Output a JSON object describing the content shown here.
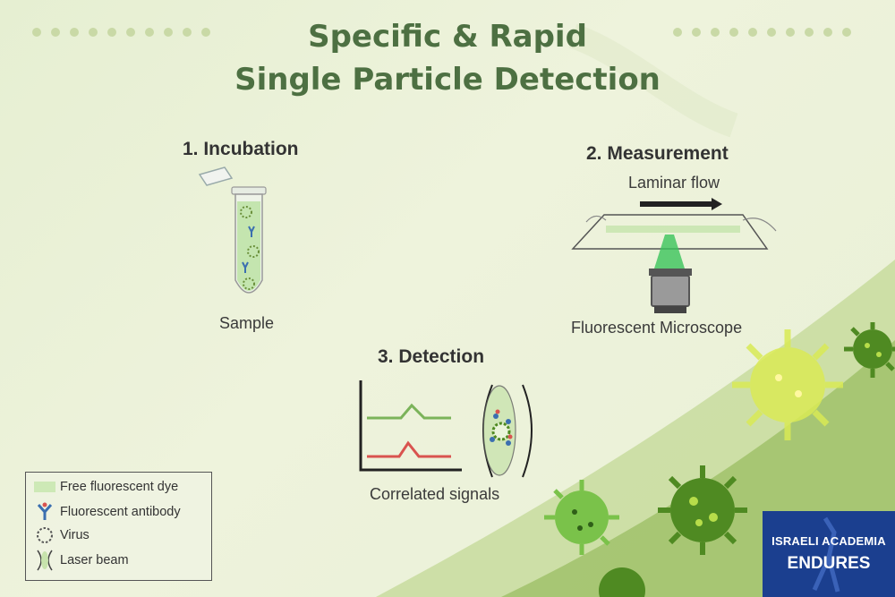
{
  "title": {
    "line1": "Specific & Rapid",
    "line2": "Single Particle Detection"
  },
  "steps": {
    "incubation": {
      "heading": "1. Incubation",
      "caption": "Sample"
    },
    "measurement": {
      "heading": "2. Measurement",
      "flow_label": "Laminar flow",
      "caption": "Fluorescent Microscope"
    },
    "detection": {
      "heading": "3. Detection",
      "caption": "Correlated signals"
    }
  },
  "legend": {
    "items": [
      {
        "label": "Free fluorescent dye",
        "icon": "dye-swatch-icon"
      },
      {
        "label": "Fluorescent antibody",
        "icon": "antibody-icon"
      },
      {
        "label": "Virus",
        "icon": "virus-icon"
      },
      {
        "label": "Laser beam",
        "icon": "laser-beam-icon"
      }
    ]
  },
  "badge": {
    "line1": "ISRAELI ACADEMIA",
    "line2": "ENDURES"
  },
  "colors": {
    "title": "#4d7042",
    "signal_green": "#7bb35a",
    "signal_red": "#d9534f",
    "badge_bg": "#1b3f8f",
    "virus_dark": "#4f8a22",
    "virus_yellow": "#d9ea55"
  }
}
